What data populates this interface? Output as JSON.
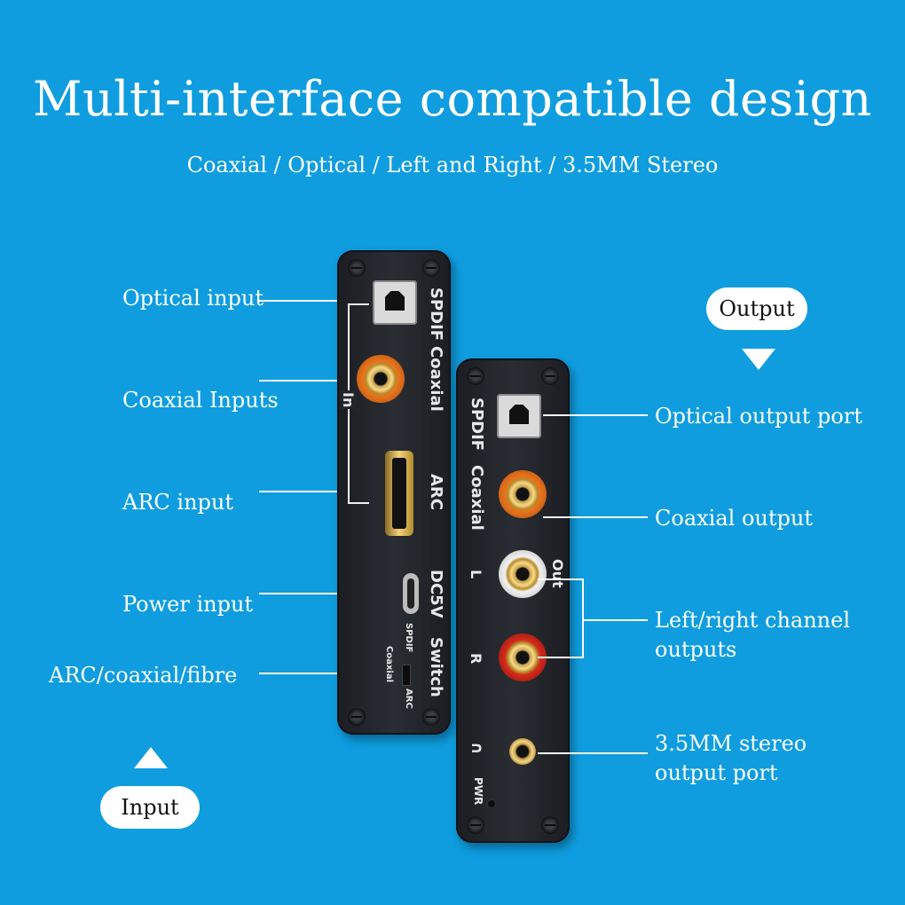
{
  "header": {
    "title": "Multi-interface compatible design",
    "subtitle": "Coaxial / Optical / Left and Right / 3.5MM Stereo"
  },
  "input_side": {
    "badge": "Input",
    "labels": {
      "optical": "Optical input",
      "coaxial": "Coaxial Inputs",
      "arc": "ARC input",
      "power": "Power input",
      "switch": "ARC/coaxial/fibre"
    }
  },
  "output_side": {
    "badge": "Output",
    "labels": {
      "optical": "Optical output port",
      "coaxial": "Coaxial output",
      "lr_line1": "Left/right channel",
      "lr_line2": "outputs",
      "stereo_line1": "3.5MM stereo",
      "stereo_line2": "output port"
    }
  },
  "device_input": {
    "spdif": "SPDIF",
    "coaxial": "Coaxial",
    "in": "In",
    "arc": "ARC",
    "dc5v": "DC5V",
    "switch": "Switch",
    "switch_coaxial": "Coaxial",
    "switch_spdif": "SPDIF",
    "switch_arc": "ARC"
  },
  "device_output": {
    "spdif": "SPDIF",
    "coaxial": "Coaxial",
    "l": "L",
    "r": "R",
    "out": "Out",
    "pwr": "PWR"
  },
  "colors": {
    "background": "#0f9de0",
    "rca_orange": "#e8741c",
    "rca_white": "#f2f2f2",
    "rca_red": "#d42a1c"
  }
}
